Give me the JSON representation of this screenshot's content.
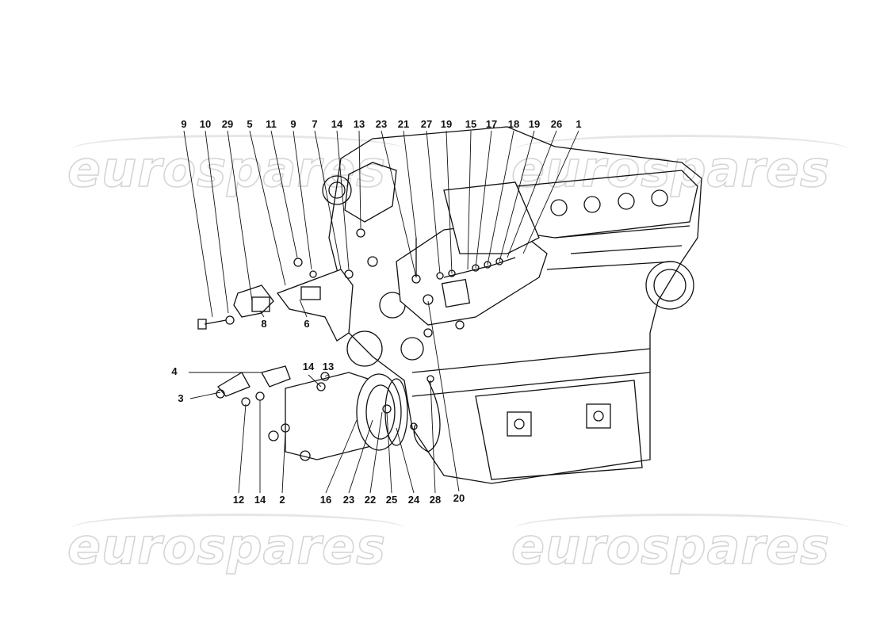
{
  "watermarks": [
    "eurospares",
    "eurospares",
    "eurospares",
    "eurospares"
  ],
  "callouts": {
    "top": [
      "9",
      "10",
      "29",
      "5",
      "11",
      "9",
      "7",
      "14",
      "13",
      "23",
      "21",
      "27",
      "19",
      "15",
      "17",
      "18",
      "19",
      "26",
      "1"
    ],
    "mid": [
      "8",
      "6",
      "14",
      "13",
      "4",
      "3"
    ],
    "bottom": [
      "12",
      "14",
      "2",
      "16",
      "23",
      "22",
      "25",
      "24",
      "28",
      "20"
    ]
  },
  "colors": {
    "line": "#111111",
    "watermark": "#d4d4d4"
  }
}
